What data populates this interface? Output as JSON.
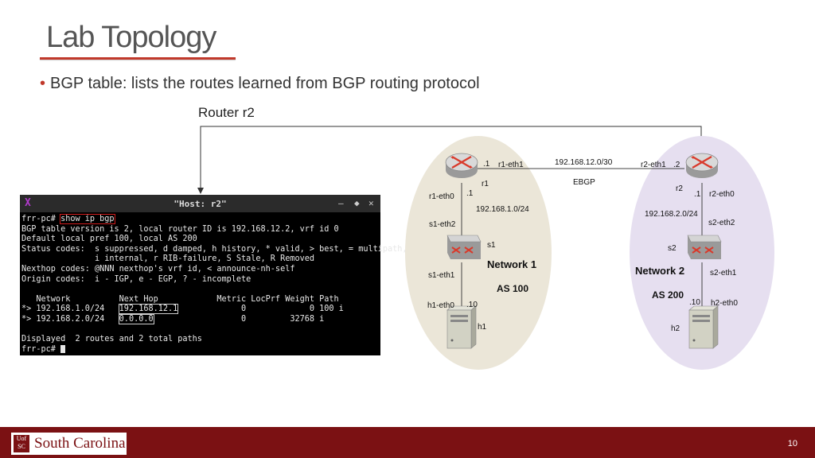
{
  "slide": {
    "title": "Lab Topology",
    "bullet": "BGP table: lists the routes learned from BGP routing protocol",
    "router_caption": "Router r2",
    "page_number": "10"
  },
  "terminal": {
    "title": "\"Host: r2\"",
    "lines": [
      {
        "pre": "frr-pc# ",
        "hl": "show ip bgp",
        "post": ""
      },
      {
        "pre": "BGP table version is 2, local router ID is 192.168.12.2, vrf id 0"
      },
      {
        "pre": "Default local pref 100, local AS 200"
      },
      {
        "pre": "Status codes:  s suppressed, d damped, h history, * valid, > best, = multipath,"
      },
      {
        "pre": "               i internal, r RIB-failure, S Stale, R Removed"
      },
      {
        "pre": "Nexthop codes: @NNN nexthop's vrf id, < announce-nh-self"
      },
      {
        "pre": "Origin codes:  i - IGP, e - EGP, ? - incomplete"
      },
      {
        "pre": ""
      },
      {
        "pre": "   Network          Next Hop            Metric LocPrf Weight Path"
      },
      {
        "pre": "*> 192.168.1.0/24   ",
        "box": "192.168.12.1",
        "post": "             0             0 100 i"
      },
      {
        "pre": "*> 192.168.2.0/24   ",
        "box": "0.0.0.0",
        "post": "                  0         32768 i"
      },
      {
        "pre": ""
      },
      {
        "pre": "Displayed  2 routes and 2 total paths"
      },
      {
        "pre": "frr-pc# ",
        "cursor": true
      }
    ]
  },
  "network": {
    "r1_eth1": "r1-eth1",
    "r1_dot1": ".1",
    "link_subnet": "192.168.12.0/30",
    "r2_eth1": "r2-eth1",
    "r2_dot2": ".2",
    "ebgp": "EBGP",
    "r1": "r1",
    "r2": "r2",
    "r1_eth0": "r1-eth0",
    "r1_eth0_dot1": ".1",
    "r2_eth0_dot1": ".1",
    "r2_eth0": "r2-eth0",
    "net1_subnet": "192.168.1.0/24",
    "net2_subnet": "192.168.2.0/24",
    "s1_eth2": "s1-eth2",
    "s2_eth2": "s2-eth2",
    "s1": "s1",
    "s2": "s2",
    "network1": "Network 1",
    "network2": "Network 2",
    "s1_eth1": "s1-eth1",
    "s2_eth1": "s2-eth1",
    "as100": "AS 100",
    "as200": "AS 200",
    "h1_eth0": "h1-eth0",
    "h1_dot10": ".10",
    "h2_dot10": ".10",
    "h2_eth0": "h2-eth0",
    "h1": "h1",
    "h2": "h2"
  },
  "footer": {
    "university": "South Carolina",
    "seal": "UofSC"
  },
  "colors": {
    "accent": "#c0392b",
    "footer": "#7b1113",
    "network1_fill": "#ebe6d8",
    "network2_fill": "#e6dff0",
    "router_icon": "#d93a2b"
  }
}
